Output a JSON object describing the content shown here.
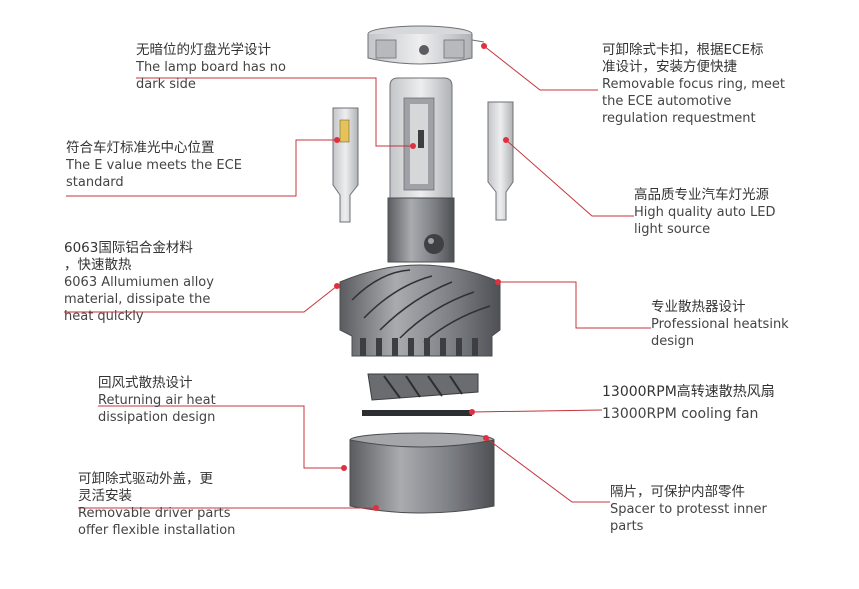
{
  "colors": {
    "leader": "#c4343c",
    "dot": "#e03040",
    "part_fill": "#8a8d92",
    "part_dark": "#4a4c50",
    "part_light": "#c9cbce",
    "outline": "#6e7075"
  },
  "callouts": [
    {
      "id": "lamp-board",
      "zh": [
        "无暗位的灯盘光学设计"
      ],
      "en": [
        "The lamp board has no",
        "dark side"
      ]
    },
    {
      "id": "e-value",
      "zh": [
        "符合车灯标准光中心位置"
      ],
      "en": [
        "The E value meets the ECE",
        "standard"
      ]
    },
    {
      "id": "aluminum",
      "zh": [
        "6063国际铝合金材料",
        "，快速散热"
      ],
      "en": [
        "6063 Allumiumen alloy",
        "material, dissipate the",
        "heat quickly"
      ]
    },
    {
      "id": "airflow",
      "zh": [
        "回风式散热设计"
      ],
      "en": [
        "Returning air heat",
        "dissipation design"
      ]
    },
    {
      "id": "driver",
      "zh": [
        "可卸除式驱动外盖，更",
        "灵活安装"
      ],
      "en": [
        "Removable driver parts",
        "offer flexible installation"
      ]
    },
    {
      "id": "focus-ring",
      "zh": [
        "可卸除式卡扣，根据ECE标",
        "准设计，安装方便快捷"
      ],
      "en": [
        "Removable focus ring, meet",
        "the ECE automotive",
        "regulation requestment"
      ]
    },
    {
      "id": "led-source",
      "zh": [
        "高品质专业汽车灯光源"
      ],
      "en": [
        "High quality auto LED",
        "light source"
      ]
    },
    {
      "id": "heatsink",
      "zh": [
        "专业散热器设计"
      ],
      "en": [
        "Professional heatsink",
        "design"
      ]
    },
    {
      "id": "fan",
      "zh": [
        "13000RPM高转速散热风扇"
      ],
      "en": [
        "13000RPM cooling fan"
      ]
    },
    {
      "id": "spacer",
      "zh": [
        "隔片，可保护内部零件"
      ],
      "en": [
        "Spacer to protesst inner",
        "parts"
      ]
    }
  ]
}
